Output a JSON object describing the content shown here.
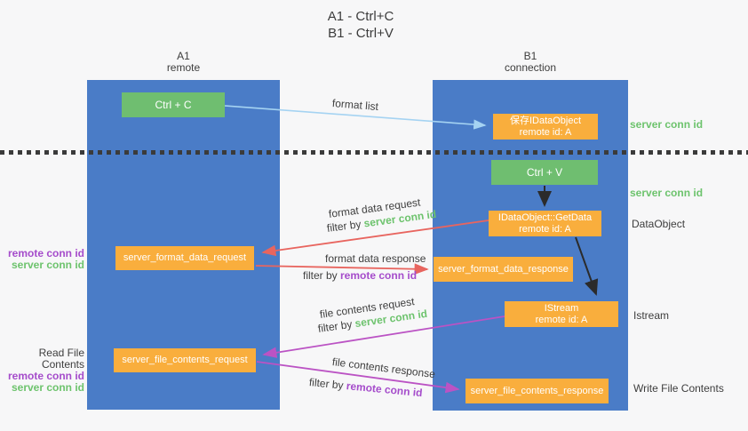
{
  "title": {
    "line1": "A1 - Ctrl+C",
    "line2": "B1 - Ctrl+V"
  },
  "columns": {
    "left": {
      "id": "A1",
      "subtitle": "remote"
    },
    "right": {
      "id": "B1",
      "subtitle": "connection"
    }
  },
  "nodes": {
    "ctrl_c": "Ctrl + C",
    "ctrl_v": "Ctrl + V",
    "save_dataobject": {
      "line1": "保存IDataObject",
      "line2": "remote id: A"
    },
    "getdata": {
      "line1": "IDataObject::GetData",
      "line2": "remote id: A"
    },
    "istream": {
      "line1": "IStream",
      "line2": "remote id: A"
    },
    "format_request_box": "server_format_data_request",
    "format_response_box": "server_format_data_response",
    "file_request_box": "server_file_contents_request",
    "file_response_box": "server_file_contents_response"
  },
  "side_labels": {
    "server_conn_top": "server conn id",
    "server_conn_mid": "server conn id",
    "dataobject": "DataObject",
    "istream": "Istream",
    "write_file": "Write File Contents",
    "read_file": "Read File Contents",
    "format_remote_conn": "remote conn id",
    "format_server_conn": "server conn id",
    "file_remote_conn": "remote conn id",
    "file_server_conn": "server conn id"
  },
  "flow_labels": {
    "format_list": "format list",
    "format_request": "format data request",
    "format_request_filter_prefix": "filter by ",
    "format_request_filter_key": "server conn id",
    "format_response": "format data response",
    "format_response_filter_prefix": "filter by ",
    "format_response_filter_key": "remote conn id",
    "file_request": "file contents request",
    "file_request_filter_prefix": "filter by ",
    "file_request_filter_key": "server conn id",
    "file_response": "file contents response",
    "file_response_filter_prefix": "filter by ",
    "file_response_filter_key": "remote conn id"
  },
  "colors": {
    "lane_blue": "#4a7cc7",
    "box_orange": "#f9ae3d",
    "box_green": "#6fbe70",
    "text_green": "#6dc36d",
    "text_purple": "#a54ccb",
    "arrow_red": "#e8655f",
    "arrow_magenta": "#bb53c4",
    "arrow_lightblue": "#a5d3f2",
    "arrow_black": "#2b2b2b",
    "background": "#f7f7f8"
  }
}
